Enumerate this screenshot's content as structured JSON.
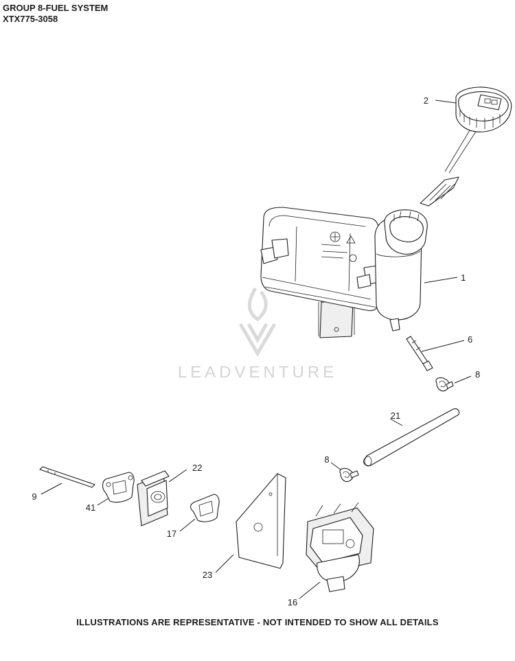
{
  "header": {
    "group_title": "GROUP 8-FUEL SYSTEM",
    "model": "XTX775-3058"
  },
  "watermark": {
    "text": "LEADVENTURE"
  },
  "callouts": {
    "c1": "1",
    "c2": "2",
    "c6": "6",
    "c8a": "8",
    "c8b": "8",
    "c9": "9",
    "c16": "16",
    "c17": "17",
    "c21": "21",
    "c22": "22",
    "c23": "23",
    "c41": "41"
  },
  "footer": {
    "disclaimer": "ILLUSTRATIONS ARE REPRESENTATIVE - NOT INTENDED TO SHOW ALL DETAILS"
  }
}
